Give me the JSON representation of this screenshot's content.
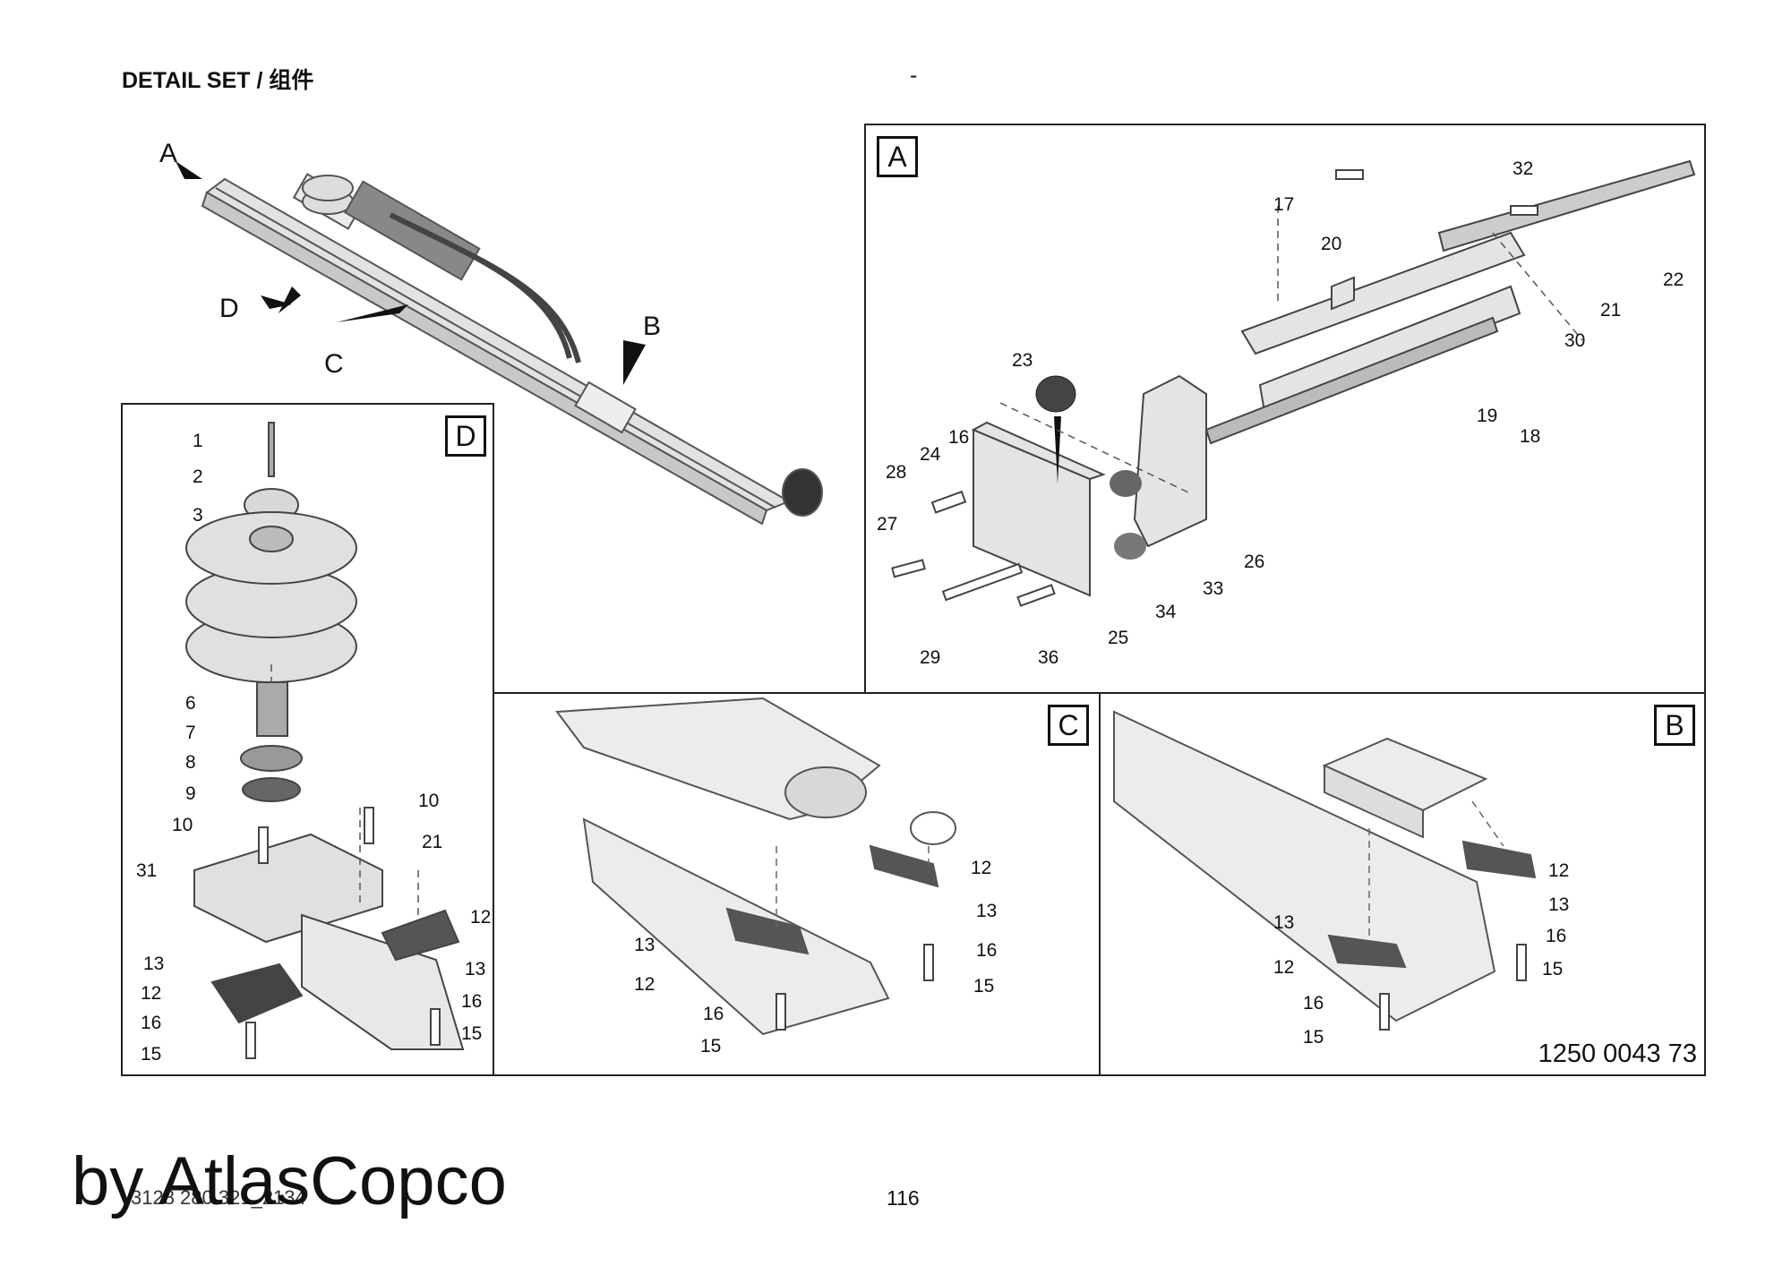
{
  "header": {
    "title": "DETAIL SET / 组件",
    "dash": "-"
  },
  "overview": {
    "callouts": [
      "A",
      "B",
      "C",
      "D"
    ]
  },
  "panels": {
    "A": {
      "label": "A",
      "numbers": [
        "17",
        "20",
        "32",
        "22",
        "21",
        "30",
        "23",
        "19",
        "18",
        "16",
        "24",
        "28",
        "27",
        "33",
        "26",
        "34",
        "25",
        "29",
        "36"
      ]
    },
    "C": {
      "label": "C",
      "numbers": [
        "12",
        "13",
        "16",
        "15",
        "13",
        "12",
        "16",
        "15"
      ]
    },
    "B": {
      "label": "B",
      "numbers": [
        "12",
        "13",
        "16",
        "15",
        "13",
        "12",
        "16",
        "15"
      ],
      "drawing_number": "1250 0043 73"
    },
    "D": {
      "label": "D",
      "numbers": [
        "1",
        "2",
        "3",
        "6",
        "7",
        "8",
        "9",
        "10",
        "10",
        "21",
        "31",
        "12",
        "13",
        "13",
        "16",
        "12",
        "16",
        "15",
        "15"
      ]
    }
  },
  "footer": {
    "brand": "by AtlasCopco",
    "doc_number": "3128 280 321_2134",
    "page_number": "116"
  }
}
